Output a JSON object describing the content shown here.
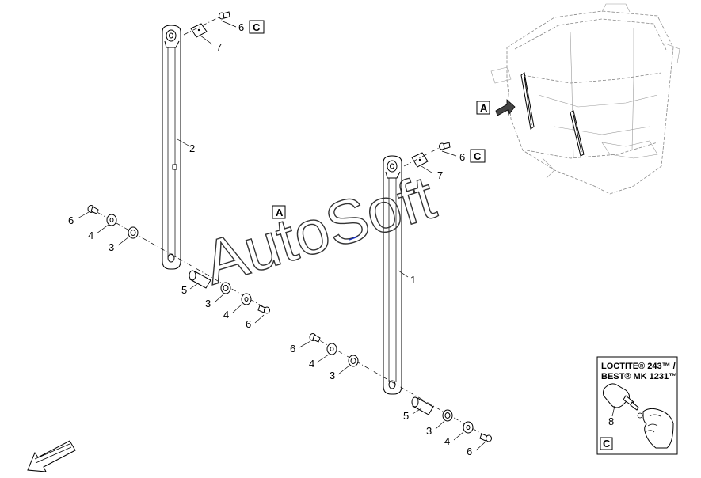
{
  "callouts": {
    "view_a": "A",
    "view_c": "C",
    "p1": "1",
    "p2": "2",
    "p3": "3",
    "p4": "4",
    "p5": "5",
    "p6": "6",
    "p7": "7",
    "p8": "8"
  },
  "watermark": "AutoSoft",
  "loctite": {
    "line1": "LOCTITE® 243™ /",
    "line2": "BEST® MK 1231™",
    "part": "8",
    "view": "C"
  },
  "icons": {
    "direction": "front-direction-arrow-icon",
    "bottle": "adhesive-bottle-icon"
  }
}
